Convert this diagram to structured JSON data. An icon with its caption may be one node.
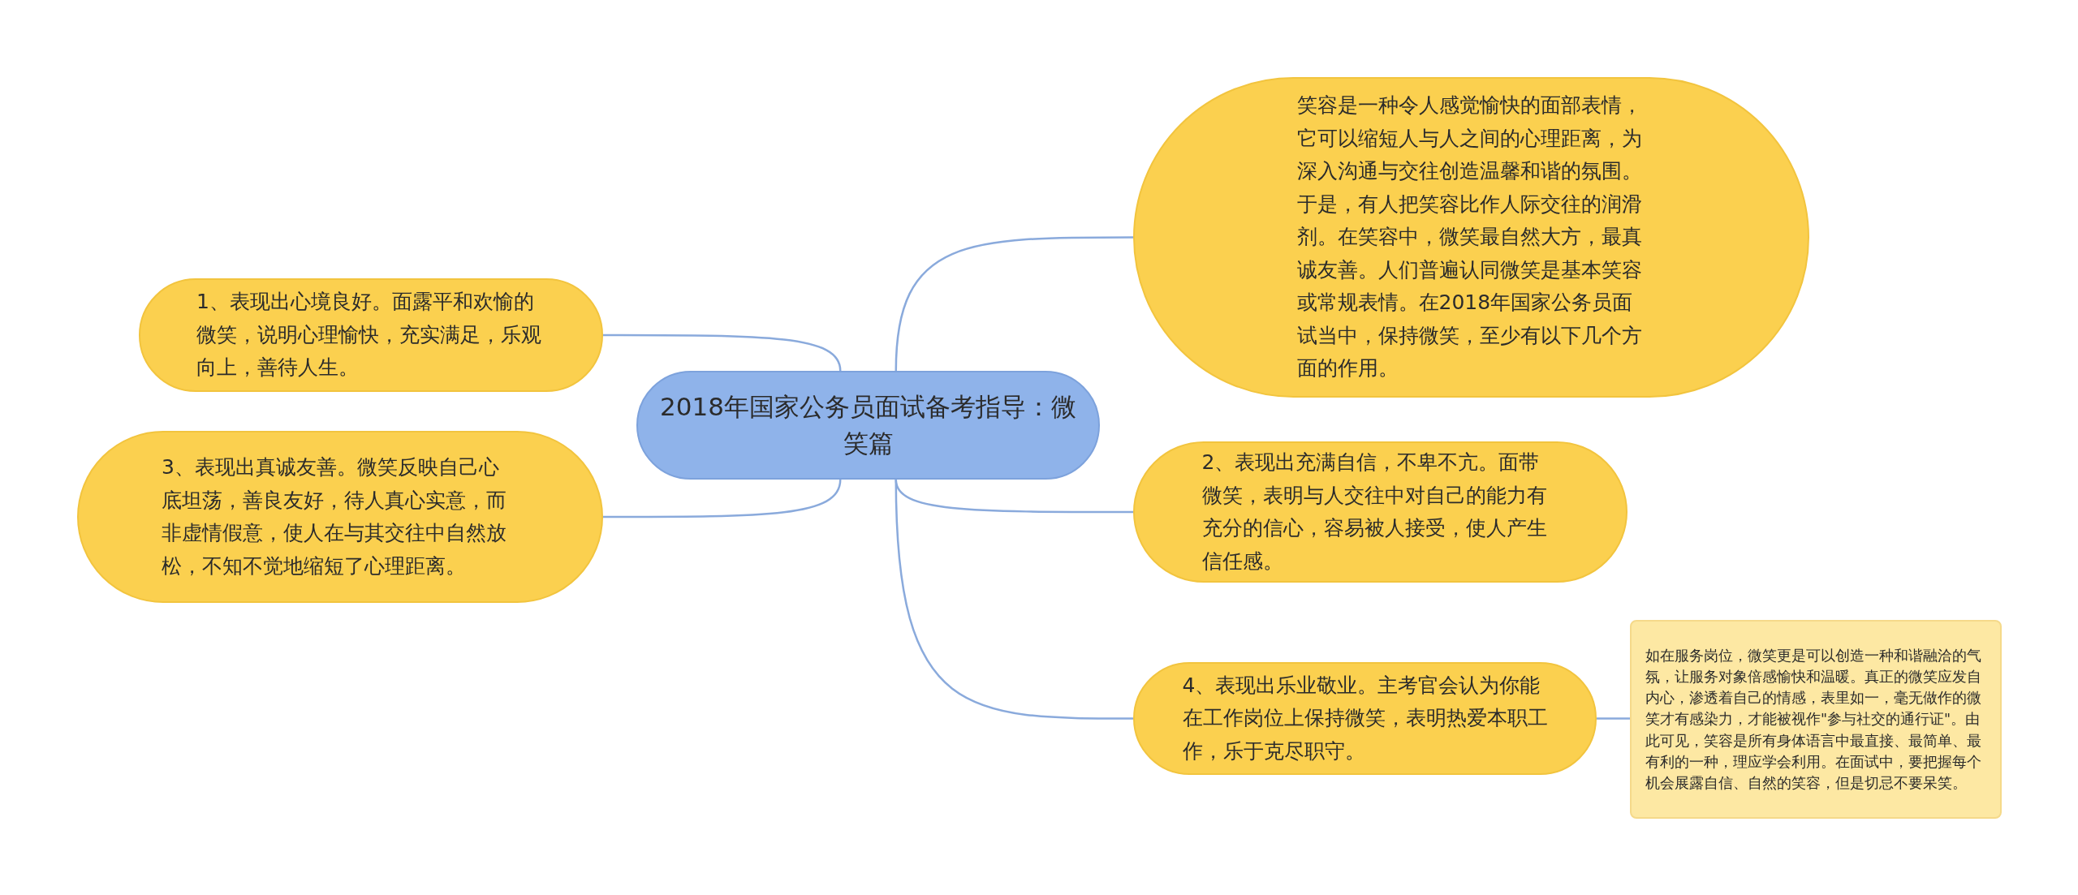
{
  "diagram": {
    "nodes": [
      {
        "text": [
          "2018年国家公务员面试备考指导：微笑篇"
        ]
      },
      {
        "text": [
          "笑容是一种令人感觉愉快的面部表情，它可以缩短人与人之间的心理距离，为深入沟通与交往创造温馨和谐的氛围。于是，有人把笑容比作人际交往的润滑剂。在笑容中，微笑最自然大方，最真诚友善。人们普遍认同微笑是基本笑容或常规表情。在2018年国家公务员面试当中，保持微笑，至少有以下几个方面的作用。"
        ]
      },
      {
        "text": [
          "1、表现出心境良好。面露平和欢愉的微笑，说明心理愉快，充实满足，乐观向上，善待人生。"
        ]
      },
      {
        "text": [
          "2、表现出充满自信，不卑不亢。面带微笑，表明与人交往中对自己的能力有充分的信心，容易被人接受，使人产生信任感。"
        ]
      },
      {
        "text": [
          "3、表现出真诚友善。微笑反映自己心底坦荡，善良友好，待人真心实意，而非虚情假意，使人在与其交往中自然放松，不知不觉地缩短了心理距离。"
        ]
      },
      {
        "text": [
          "4、表现出乐业敬业。主考官会认为你能在工作岗位上保持微笑，表明热爱本职工作，乐于克尽职守。"
        ]
      },
      {
        "text": [
          "如在服务岗位，微笑更是可以创造一种和谐融洽的气氛，让服务对象倍感愉快和温暖。真正的微笑应发自内心，渗透着自己的情感，表里如一，毫无做作的微笑才有感染力，才能被视作\"参与社交的通行证\"。由此可见，笑容是所有身体语言中最直接、最简单、最有利的一种，理应学会利用。在面试中，要把握每个机会展露自信、自然的笑容，但是切忌不要呆笑。"
        ]
      }
    ],
    "edges": [
      {
        "from": 0,
        "to": 1,
        "arrow": "none"
      },
      {
        "from": 0,
        "to": 2,
        "arrow": "none"
      },
      {
        "from": 0,
        "to": 3,
        "arrow": "none"
      },
      {
        "from": 0,
        "to": 4,
        "arrow": "none"
      },
      {
        "from": 0,
        "to": 5,
        "arrow": "none"
      },
      {
        "from": 5,
        "to": 6,
        "arrow": "none"
      }
    ]
  }
}
